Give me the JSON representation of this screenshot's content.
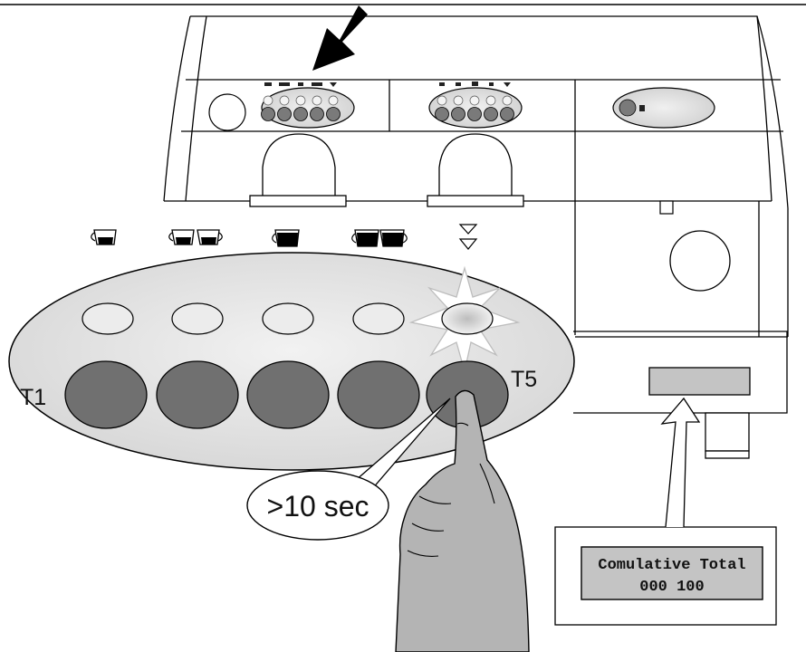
{
  "labels": {
    "button_first": "T1",
    "button_last": "T5",
    "hold_duration": ">10 sec"
  },
  "display": {
    "line1": "Comulative Total",
    "line2": "000 100"
  },
  "colors": {
    "panel_fill": "#e0e0e0",
    "button_dark": "#707070",
    "button_light": "#ececec",
    "hand": "#b4b4b4",
    "display_bg": "#c4c4c4"
  },
  "icons": [
    "single-cup-icon",
    "double-cup-icon",
    "single-cup-large-icon",
    "double-cup-large-icon",
    "hot-water-icon"
  ]
}
